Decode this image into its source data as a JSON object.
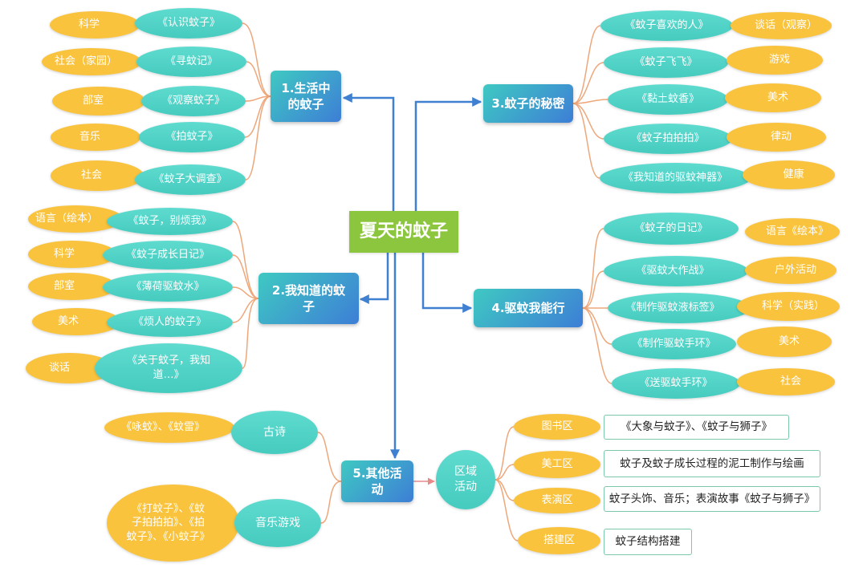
{
  "colors": {
    "center_node": "#8cc63e",
    "branch_start": "#3fc9c2",
    "branch_end": "#3d7ed6",
    "title_pill": "#46cbbf",
    "title_pill_light": "#5fdbcf",
    "subject_pill": "#f9c33e",
    "arrow": "#3f80d0",
    "connector": "#eea77a",
    "area_arrow": "#e98a8a",
    "box_border": "#7cc9a9"
  },
  "center": "夏天的蚊子",
  "branches": [
    {
      "label": "1.生活中\n的蚊子",
      "items": [
        {
          "subject": "科学",
          "title": "《认识蚊子》"
        },
        {
          "subject": "社会（家园）",
          "title": "《寻蚊记》"
        },
        {
          "subject": "部室",
          "title": "《观察蚊子》"
        },
        {
          "subject": "音乐",
          "title": "《拍蚊子》"
        },
        {
          "subject": "社会",
          "title": "《蚊子大调查》"
        }
      ]
    },
    {
      "label": "2.我知道的蚊\n子",
      "items": [
        {
          "subject": "语言（绘本）",
          "title": "《蚊子，别烦我》"
        },
        {
          "subject": "科学",
          "title": "《蚊子成长日记》"
        },
        {
          "subject": "部室",
          "title": "《薄荷驱蚊水》"
        },
        {
          "subject": "美术",
          "title": "《烦人的蚊子》"
        },
        {
          "subject": "谈话",
          "title": "《关于蚊子，我知\n道…》"
        }
      ]
    },
    {
      "label": "3.蚊子的秘密",
      "items": [
        {
          "title": "《蚊子喜欢的人》",
          "subject": "谈话（观察）"
        },
        {
          "title": "《蚊子飞飞》",
          "subject": "游戏"
        },
        {
          "title": "《黏土蚊香》",
          "subject": "美术"
        },
        {
          "title": "《蚊子拍拍拍》",
          "subject": "律动"
        },
        {
          "title": "《我知道的驱蚊神器》",
          "subject": "健康"
        }
      ]
    },
    {
      "label": "4.驱蚊我能行",
      "items": [
        {
          "title": "《蚊子的日记》",
          "subject": "语言《绘本》"
        },
        {
          "title": "《驱蚊大作战》",
          "subject": "户外活动"
        },
        {
          "title": "《制作驱蚊液标签》",
          "subject": "科学（实践）"
        },
        {
          "title": "《制作驱蚊手环》",
          "subject": "美术"
        },
        {
          "title": "《送驱蚊手环》",
          "subject": "社会"
        }
      ]
    },
    {
      "label": "5.其他活\n动",
      "poetry": {
        "label": "古诗",
        "works": "《咏蚊》、《蚊雷》"
      },
      "music_games": {
        "label": "音乐游戏",
        "works": "《打蚊子》、《蚊\n子拍拍拍》、《拍\n蚊子》、《小蚊子》"
      },
      "area_activities": {
        "label": "区域\n活动",
        "areas": [
          {
            "name": "图书区",
            "content": "《大象与蚊子》、《蚊子与狮子》"
          },
          {
            "name": "美工区",
            "content": "蚊子及蚊子成长过程的泥工制作与绘画"
          },
          {
            "name": "表演区",
            "content": "蚊子头饰、音乐；表演故事《蚊子与狮子》"
          },
          {
            "name": "搭建区",
            "content": "蚊子结构搭建"
          }
        ]
      }
    }
  ]
}
